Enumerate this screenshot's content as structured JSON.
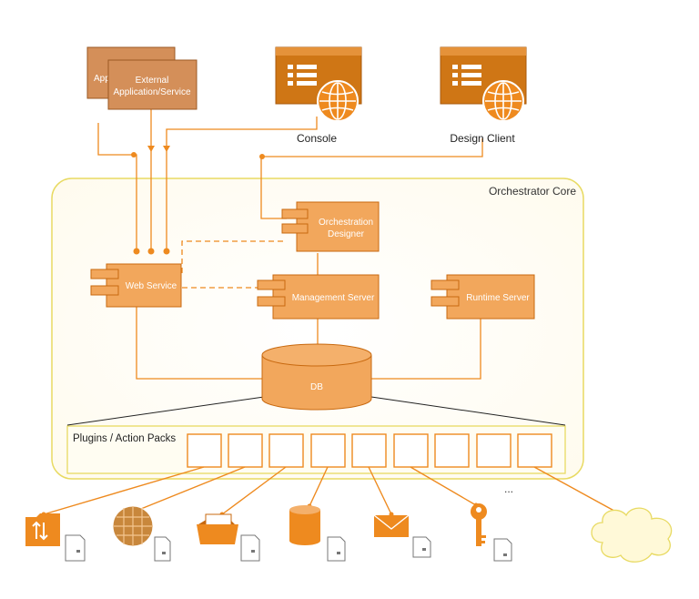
{
  "external": {
    "app_back_label": "App",
    "app_front_label_line1": "External",
    "app_front_label_line2": "Application/Service"
  },
  "console": {
    "label": "Console"
  },
  "design_client": {
    "label": "Design Client"
  },
  "core": {
    "title": "Orchestrator Core",
    "web_service": "Web Service",
    "orchestration_designer_line1": "Orchestration",
    "orchestration_designer_line2": "Designer",
    "management_server": "Management Server",
    "runtime_server": "Runtime Server",
    "db": "DB",
    "plugins_title": "Plugins / Action Packs"
  },
  "ellipsis": "...",
  "targets": [
    {
      "icon": "file-transfer-icon"
    },
    {
      "icon": "globe-icon"
    },
    {
      "icon": "folder-icon"
    },
    {
      "icon": "database-icon"
    },
    {
      "icon": "email-icon"
    },
    {
      "icon": "key-icon"
    },
    {
      "icon": "cloud-icon"
    }
  ],
  "colors": {
    "accent": "#ED9A3F",
    "accent_dark": "#C8690F",
    "app_box": "#CE8A55",
    "core_border": "#E4D75C",
    "line": "#EE8A1F"
  }
}
